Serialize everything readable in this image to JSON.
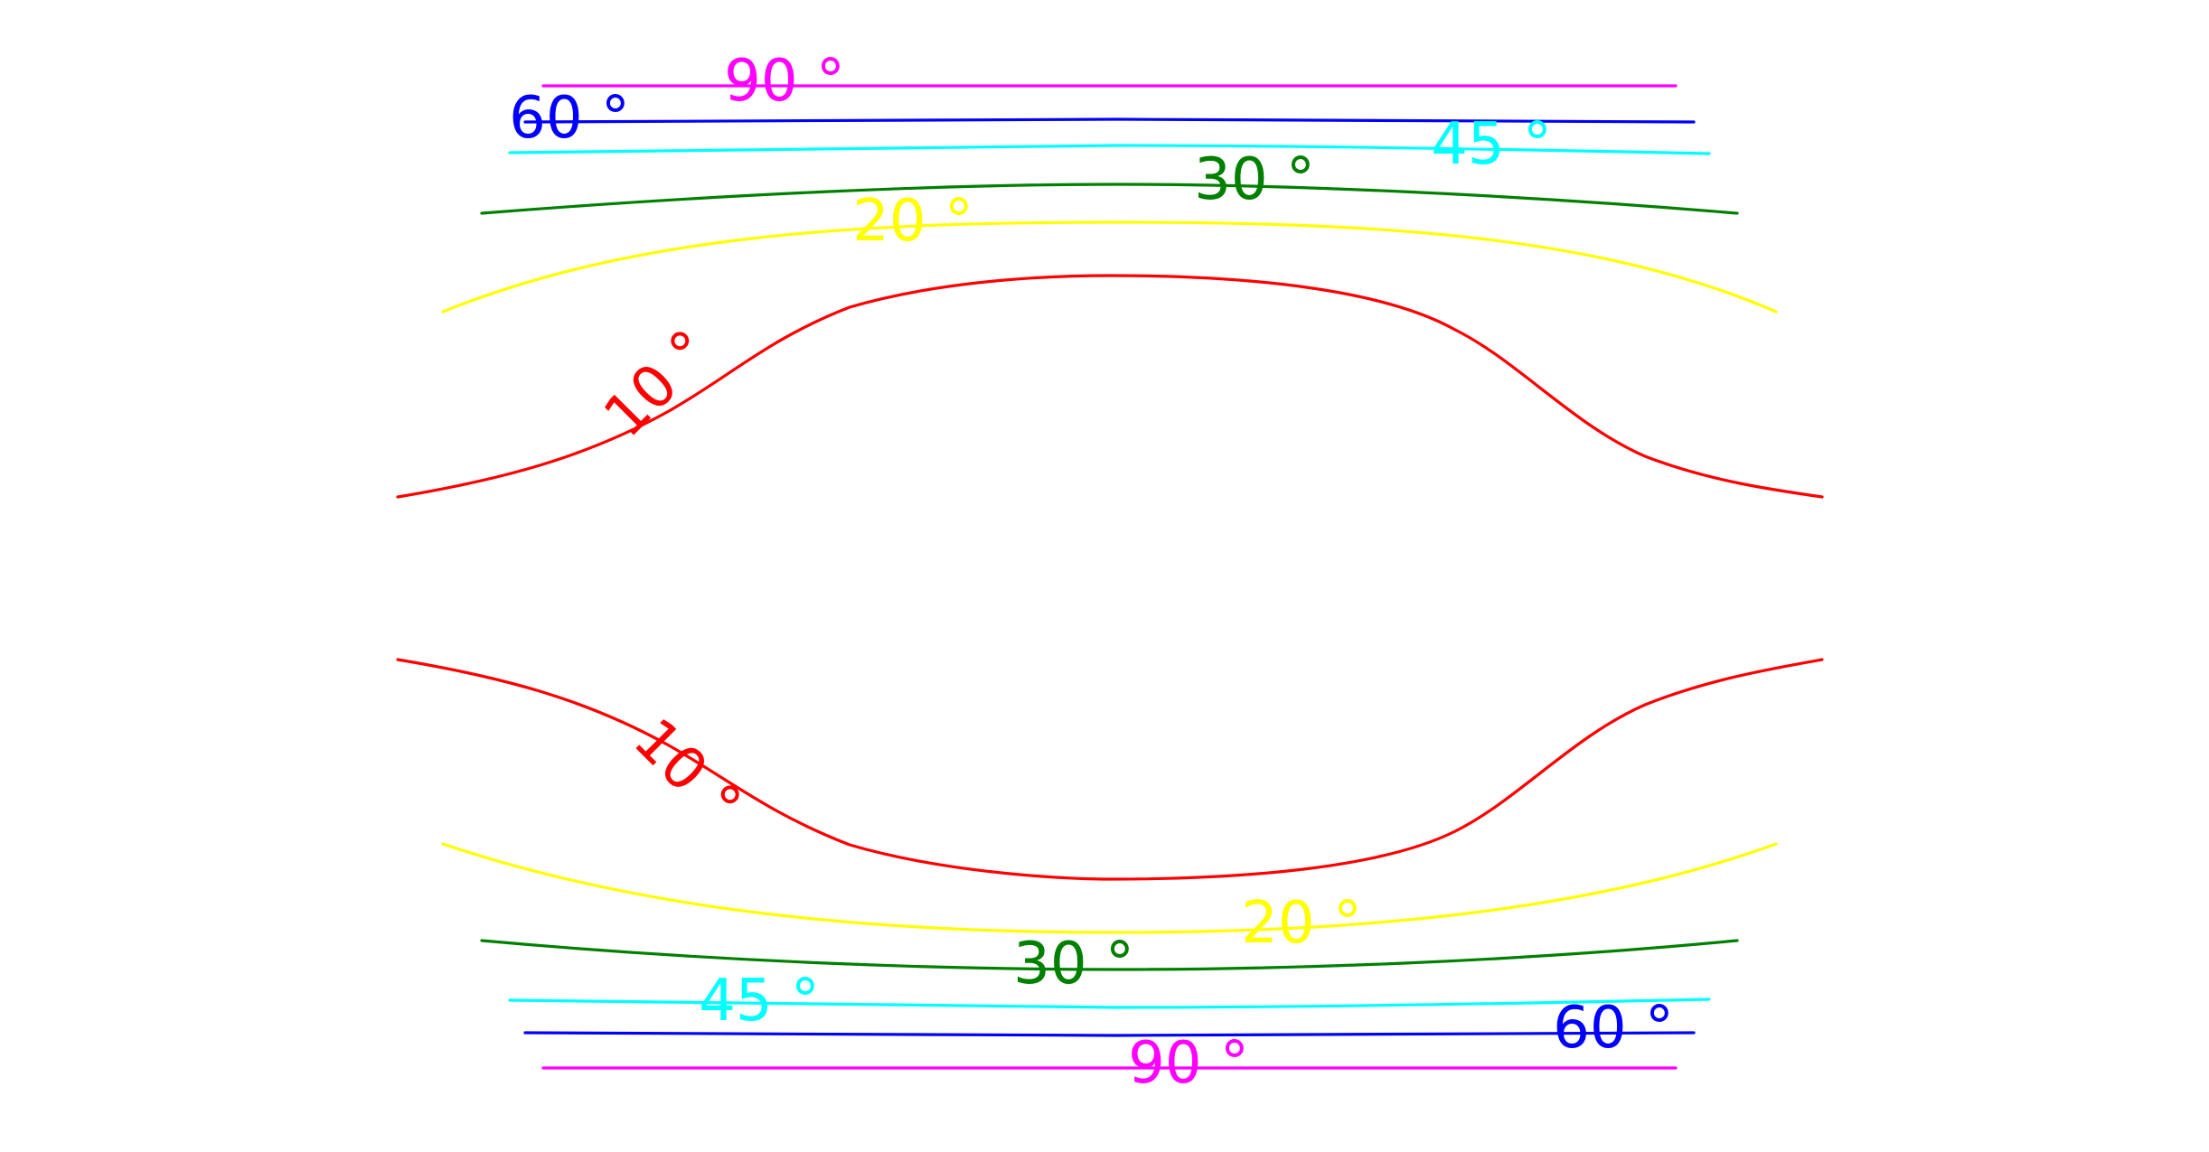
{
  "chart_data": {
    "type": "contour",
    "levels": [
      {
        "value": 10,
        "label": "10 °",
        "color": "#ff0000"
      },
      {
        "value": 20,
        "label": "20 °",
        "color": "#ffff00"
      },
      {
        "value": 30,
        "label": "30 °",
        "color": "#008000"
      },
      {
        "value": 45,
        "label": "45 °",
        "color": "#00ffff"
      },
      {
        "value": 60,
        "label": "60 °",
        "color": "#0000ff"
      },
      {
        "value": 90,
        "label": "90 °",
        "color": "#ff00ff"
      }
    ],
    "axes_visible": false,
    "grid": false,
    "legend": "none"
  }
}
